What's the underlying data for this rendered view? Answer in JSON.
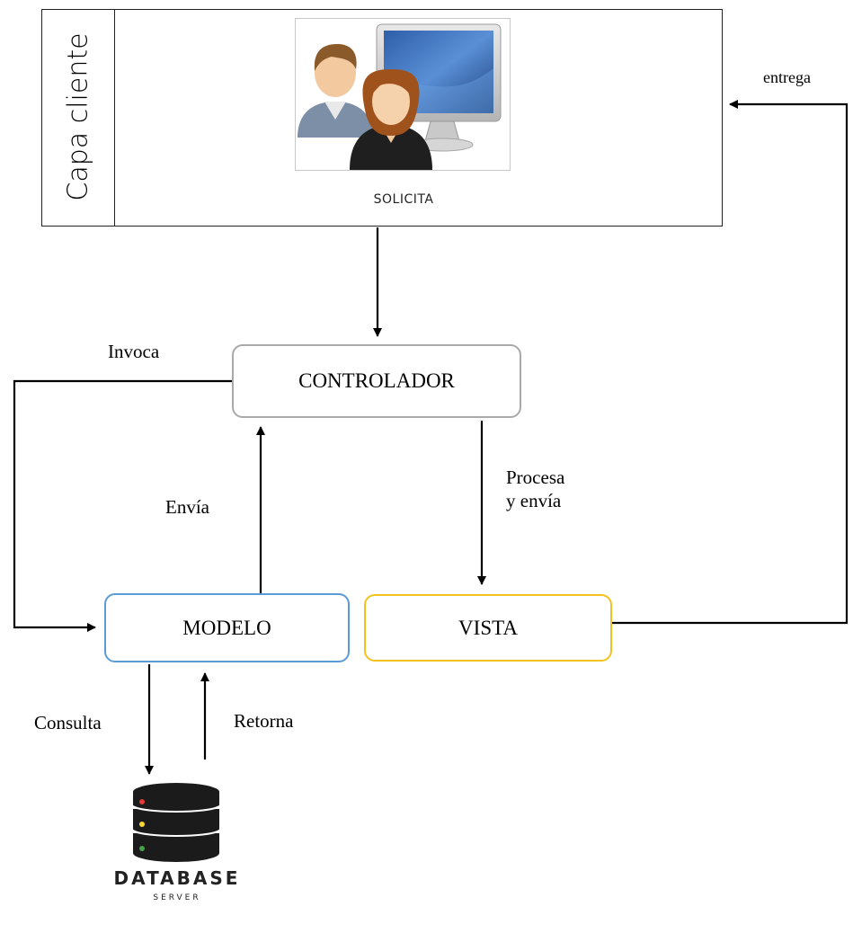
{
  "client": {
    "layer_label": "Capa cliente",
    "action_label": "SOLICITA"
  },
  "nodes": {
    "controller": "CONTROLADOR",
    "model": "MODELO",
    "view": "VISTA"
  },
  "edges": {
    "invoke": "Invoca",
    "send": "Envía",
    "process_line1": "Procesa",
    "process_line2": "y envía",
    "deliver": "entrega",
    "query": "Consulta",
    "return": "Retorna"
  },
  "database": {
    "title": "DATABASE",
    "subtitle": "SERVER",
    "icon": "database-server-icon",
    "indicator_colors": [
      "#e53935",
      "#fdd835",
      "#43a047"
    ]
  },
  "colors": {
    "controller_border": "#a9a9a9",
    "model_border": "#5b9bd5",
    "view_border": "#f2c21d"
  }
}
